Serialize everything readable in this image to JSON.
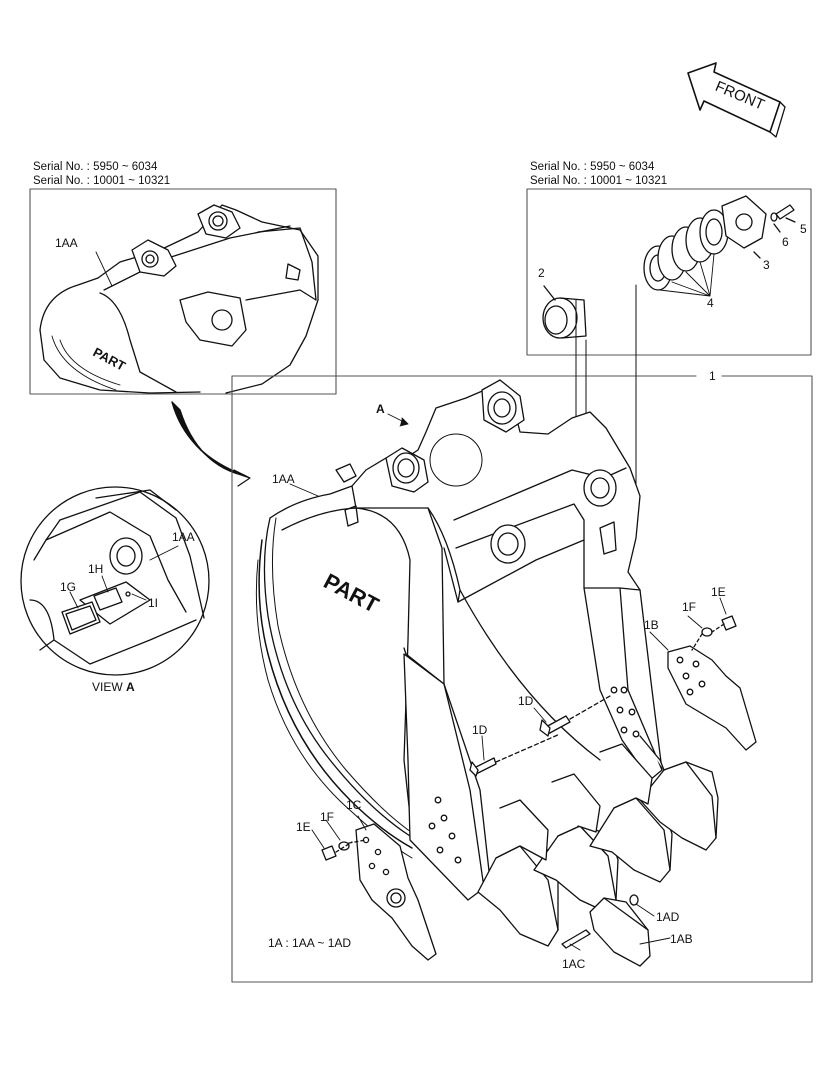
{
  "front_arrow": {
    "label": "FRONT"
  },
  "left_box": {
    "serial_line1": "Serial No. : 5950 ~ 6034",
    "serial_line2": "Serial No. : 10001 ~ 10321",
    "callout": "1AA"
  },
  "right_box": {
    "serial_line1": "Serial No. : 5950 ~ 6034",
    "serial_line2": "Serial No. : 10001 ~ 10321",
    "callouts": {
      "c2": "2",
      "c3": "3",
      "c4": "4",
      "c5": "5",
      "c6": "6"
    }
  },
  "main": {
    "frame_label": "1",
    "view_arrow_label": "A",
    "brand_logo": "PART",
    "callouts": {
      "aa": "1AA",
      "b": "1B",
      "c": "1C",
      "d1": "1D",
      "d2": "1D",
      "e_left": "1E",
      "f_left": "1F",
      "e_right": "1E",
      "f_right": "1F",
      "ab": "1AB",
      "ac": "1AC",
      "ad": "1AD"
    },
    "assembly_note": "1A : 1AA ~ 1AD"
  },
  "view_a": {
    "caption_prefix": "VIEW ",
    "caption_letter": "A",
    "callouts": {
      "aa": "1AA",
      "g": "1G",
      "h": "1H",
      "i": "1I"
    }
  },
  "colors": {
    "line": "#111111",
    "fill": "#ffffff",
    "frame": "#666666"
  }
}
